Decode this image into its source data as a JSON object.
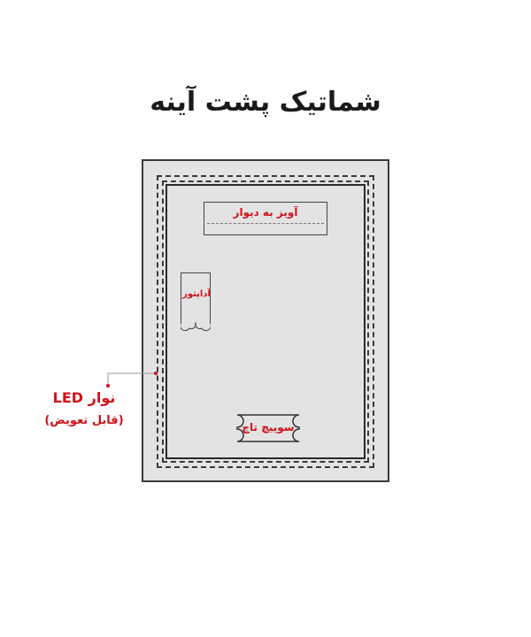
{
  "title": "شماتیک پشت آینه",
  "labels": {
    "wall_hanger": "آویز به دیوار",
    "adapter": "آداپتور",
    "touch_switch": "سوییچ تاچ",
    "led_strip": "نوار LED",
    "led_replaceable": "(قابل تعویض)"
  },
  "colors": {
    "accent": "#d0121b",
    "panel": "#e3e3e3",
    "outline": "#3a3a3a"
  }
}
